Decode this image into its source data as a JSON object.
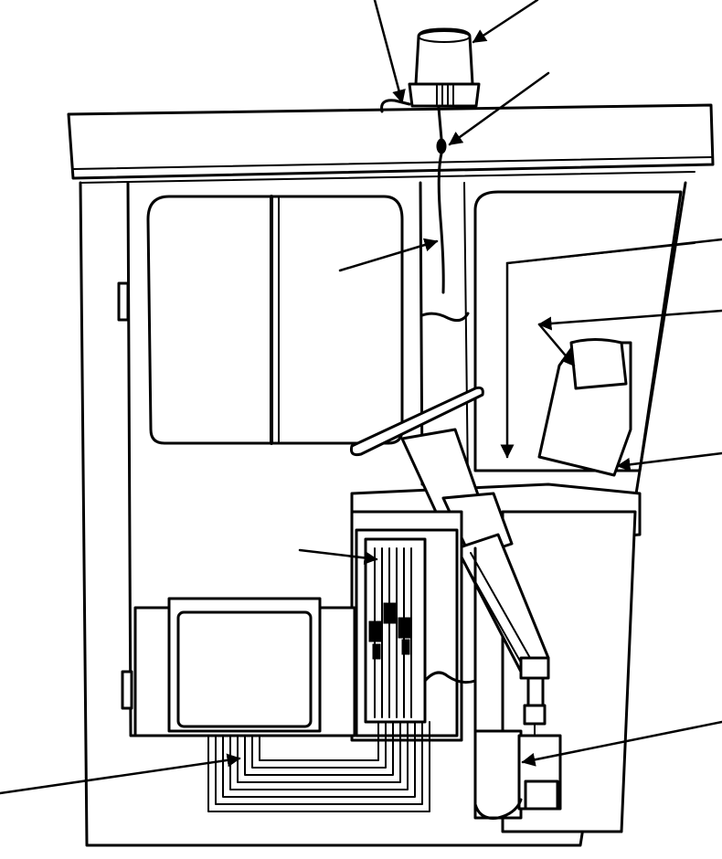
{
  "figure": {
    "colors": {
      "line": "#000000",
      "background": "#ffffff"
    },
    "parts": [
      "beacon-lamp",
      "lamp-base",
      "roof",
      "cab-door",
      "door-window",
      "side-windows",
      "steering-wheel",
      "steering-column",
      "steering-box",
      "console-box",
      "fuse-panel",
      "storage-box",
      "wire-harness",
      "relay-box",
      "connector"
    ],
    "leader_lines": [
      "leader-beacon",
      "leader-lamp-base",
      "leader-connector-top",
      "leader-cable",
      "leader-window-frame",
      "leader-steering",
      "leader-dash",
      "leader-fuse",
      "leader-harness",
      "leader-relay"
    ],
    "labels": []
  }
}
